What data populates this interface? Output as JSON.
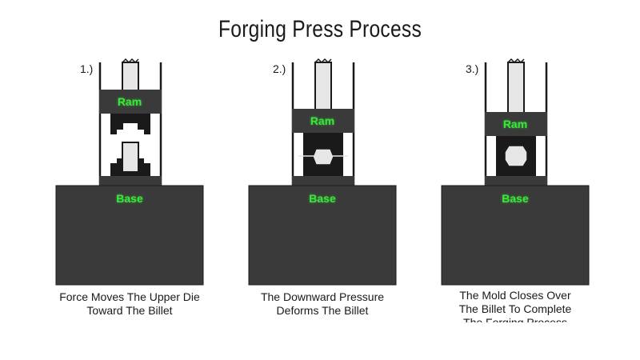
{
  "title": "Forging Press Process",
  "colors": {
    "block": "#3a3a3a",
    "label": "#39e83a",
    "billet": "#e6e6e6",
    "outline": "#1a1a1a"
  },
  "steps": [
    {
      "number": "1.)",
      "ram_label": "Ram",
      "base_label": "Base",
      "caption_line1": "Force Moves The Upper Die",
      "caption_line2": "Toward The Billet",
      "caption_line3": ""
    },
    {
      "number": "2.)",
      "ram_label": "Ram",
      "base_label": "Base",
      "caption_line1": "The Downward Pressure",
      "caption_line2": "Deforms The Billet",
      "caption_line3": ""
    },
    {
      "number": "3.)",
      "ram_label": "Ram",
      "base_label": "Base",
      "caption_line1": "The Mold Closes Over",
      "caption_line2": "The Billet To Complete",
      "caption_line3": "The Forging Process"
    }
  ]
}
